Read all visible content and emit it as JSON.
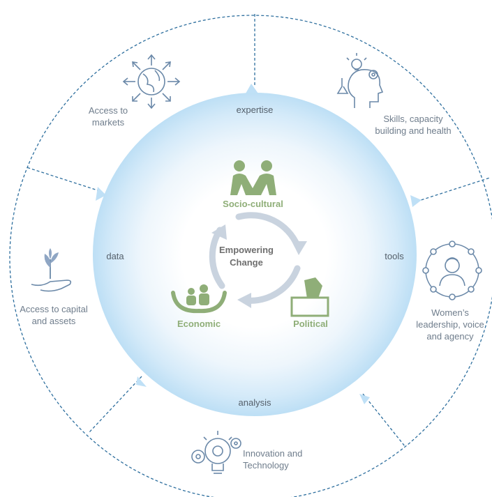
{
  "center": {
    "line1": "Empowering",
    "line2": "Change"
  },
  "dimensions": {
    "socio_cultural": "Socio-cultural",
    "economic": "Economic",
    "political": "Political"
  },
  "ring_words": {
    "top": "expertise",
    "left": "data",
    "right": "tools",
    "bottom": "analysis"
  },
  "outer_segments": [
    {
      "id": "markets",
      "lines": [
        "Access to",
        "markets"
      ],
      "icon": "globe-arrows-icon"
    },
    {
      "id": "skills",
      "lines": [
        "Skills, capacity",
        "building and health"
      ],
      "icon": "head-ideas-icon"
    },
    {
      "id": "leadership",
      "lines": [
        "Women’s",
        "leadership, voice",
        "and agency"
      ],
      "icon": "woman-network-icon"
    },
    {
      "id": "innovation",
      "lines": [
        "Innovation and",
        "Technology"
      ],
      "icon": "bulb-gears-icon"
    },
    {
      "id": "capital",
      "lines": [
        "Access to capital",
        "and assets"
      ],
      "icon": "hand-plant-icon"
    }
  ],
  "colors": {
    "dashed_line": "#2e6f9e",
    "icon_stroke": "#6a88a8",
    "dimension_green": "#8fae78",
    "cycle_arrows": "#c9d3df",
    "circle_blue": "#bfe0f6"
  }
}
